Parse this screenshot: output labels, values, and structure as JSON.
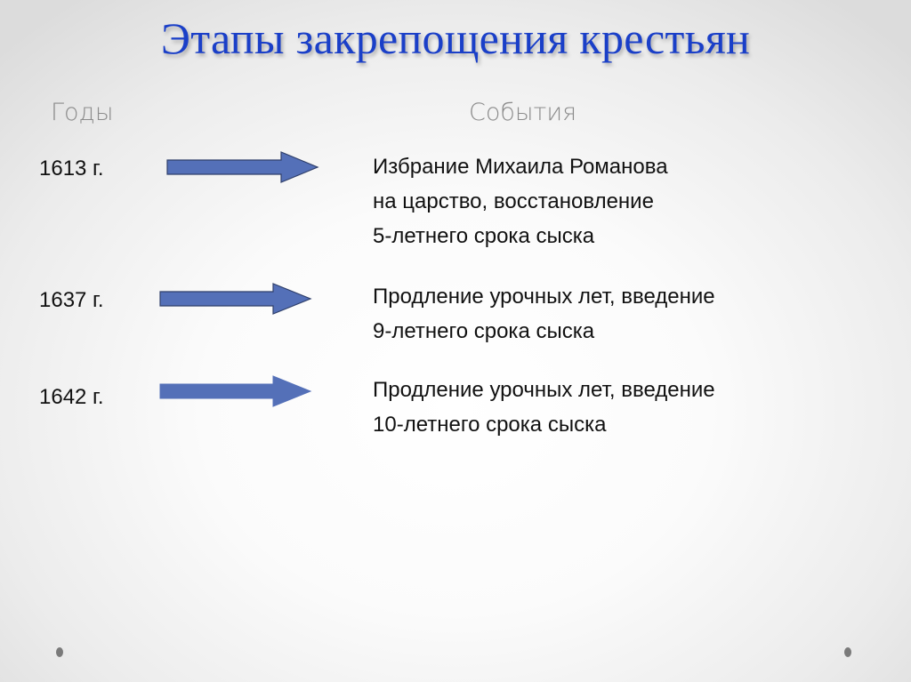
{
  "slide": {
    "title": "Этапы закрепощения крестьян",
    "headers": {
      "years": "Годы",
      "events": "События"
    },
    "rows": [
      {
        "year": "1613 г.",
        "event_lines": [
          "Избрание Михаила Романова",
          "на царство, восстановление",
          "5-летнего срока сыска"
        ]
      },
      {
        "year": "1637 г.",
        "event_lines": [
          "Продление урочных лет, введение",
          "9-летнего срока сыска"
        ]
      },
      {
        "year": "1642 г.",
        "event_lines": [
          "Продление урочных лет, введение",
          "10-летнего срока сыска"
        ]
      }
    ],
    "colors": {
      "title": "#1a3fc8",
      "header": "#8c8c8c",
      "arrow_fill": "#5470b8",
      "arrow_stroke": "#2f3f6a",
      "text": "#111111"
    },
    "icons": [
      "right-arrow-icon",
      "right-arrow-icon",
      "right-arrow-icon"
    ]
  }
}
